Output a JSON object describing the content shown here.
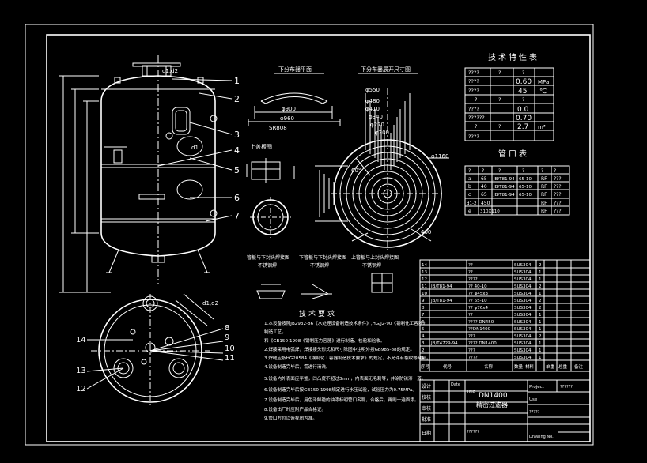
{
  "views": {
    "lower_plan": "下分布器平面",
    "lower_unfold": "下分布器展开尺寸图",
    "top_cap": "上盖板图"
  },
  "dims": {
    "d900": "φ900",
    "d960": "φ960",
    "sr": "SR808",
    "d550": "φ550",
    "d480": "φ480",
    "d410": "φ410",
    "d340": "φ340",
    "d270": "φ270",
    "d200": "φ200",
    "d1160": "φ1160",
    "d400": "400",
    "d1d2": "d1,d2",
    "d1": "d1",
    "ang60": "60°"
  },
  "leaders": [
    "1",
    "2",
    "3",
    "4",
    "5",
    "6",
    "7",
    "8",
    "9",
    "10",
    "11",
    "12",
    "13",
    "14"
  ],
  "tech_char": {
    "title": "技术特性表",
    "rows": [
      [
        "????",
        "?",
        "?",
        ""
      ],
      [
        "????",
        "",
        "0.60",
        "MPa"
      ],
      [
        "????",
        "",
        "45",
        "℃"
      ],
      [
        "?",
        "?",
        "?",
        ""
      ],
      [
        "????",
        "",
        "0.0",
        ""
      ],
      [
        "??????",
        "",
        "0.70",
        ""
      ],
      [
        "?",
        "?",
        "2.7",
        "m³"
      ],
      [
        "????",
        "",
        "",
        ""
      ]
    ]
  },
  "nozzle": {
    "title": "管口表",
    "header": [
      "?",
      "?",
      "?",
      "?",
      "?",
      "?",
      "?"
    ],
    "rows": [
      [
        "a",
        "65",
        "JB/T81-94",
        "65-10",
        "RF",
        "???"
      ],
      [
        "b",
        "40",
        "JB/T81-94",
        "65-10",
        "RF",
        "???"
      ],
      [
        "c",
        "65",
        "JB/T81-94",
        "65-10",
        "RF",
        "???"
      ],
      [
        "d1-2",
        "450",
        "",
        "",
        "RF",
        "???"
      ],
      [
        "e",
        "310X110",
        "",
        "",
        "RF",
        "???"
      ]
    ]
  },
  "sections": [
    "管板与下封头焊接图",
    "下管板与下封头焊接图",
    "上管板与上封头焊接图"
  ],
  "sections_sub": [
    "不锈钢焊",
    "不锈钢焊",
    "不锈钢焊"
  ],
  "notes": {
    "title": "技术要求",
    "lines": [
      "1.本设备按照JB2932-86《水处理设备制造技术条件》,HG/J2-90《钢制化工容器》",
      "  制造工艺。",
      "  和《GB150-1998《钢制压力容器》进行制造、检验和验收。",
      "2.焊接采用电弧焊，焊接接头形式和尺寸除图中注明外按GB985-88的规定。",
      "3.焊缝应按HG20584《钢制化工容器制造技术要求》的规定，不允许有裂纹等缺陷。",
      "4.设备制造完毕后，需进行清洗。",
      "5.设备内外表面应平整，凹凸度不超过3mm，内表面无毛刺等，并涂防锈漆一道。",
      "6.设备制造完毕后按GB150-1998规定进行水压试验，试验压力为0.75MPa。",
      "7.设备制造完毕后，用色泽鲜艳的油漆标明管口名称，合格后，再刷一遍面漆。",
      "8.设备出厂时应附产品合格证。",
      "9.管口方位以俯视图为准。"
    ]
  },
  "bom": {
    "rows": [
      [
        "14",
        "",
        "??",
        "SUS304",
        "2",
        ""
      ],
      [
        "13",
        "",
        "??",
        "SUS304",
        "1",
        ""
      ],
      [
        "12",
        "",
        "????",
        "SUS304",
        "1",
        ""
      ],
      [
        "11",
        "JB/T81-94",
        "?? 40-10",
        "SUS304",
        "2",
        ""
      ],
      [
        "10",
        "",
        "?? φ45x3",
        "SUS304",
        "1",
        ""
      ],
      [
        "9",
        "JB/T81-94",
        "?? 65-10",
        "SUS304",
        "2",
        ""
      ],
      [
        "8",
        "",
        "?? φ76x4",
        "SUS304",
        "2",
        ""
      ],
      [
        "7",
        "",
        "??",
        "SUS304",
        "1",
        ""
      ],
      [
        "6",
        "",
        "???? DN450",
        "SUS304",
        "1",
        ""
      ],
      [
        "5",
        "",
        "??DN1400",
        "SUS304",
        "1",
        ""
      ],
      [
        "4",
        "",
        "???",
        "SUS304",
        "2",
        ""
      ],
      [
        "3",
        "JB/T4729-94",
        "???? DN1400",
        "SUS304",
        "1",
        ""
      ],
      [
        "2",
        "",
        "???",
        "SUS304",
        "1",
        ""
      ],
      [
        "1",
        "",
        "????",
        "SUS304",
        "1",
        ""
      ]
    ],
    "header": [
      "序号",
      "代号",
      "名称",
      "数量",
      "材料",
      "单重",
      "总重",
      "备注"
    ]
  },
  "titleblock": {
    "name1": "DN1400",
    "name2": "精密过滤器",
    "date": "Date",
    "title": "Title",
    "project": "Project",
    "use": "Use",
    "drawing": "Drawing No.",
    "left_labels": [
      "设计",
      "校核",
      "审核",
      "批准",
      "日期"
    ],
    "left_codes": [
      "??????",
      "??????",
      "??????",
      "??????"
    ],
    "sm1": "??????",
    "sm2": "?????"
  }
}
